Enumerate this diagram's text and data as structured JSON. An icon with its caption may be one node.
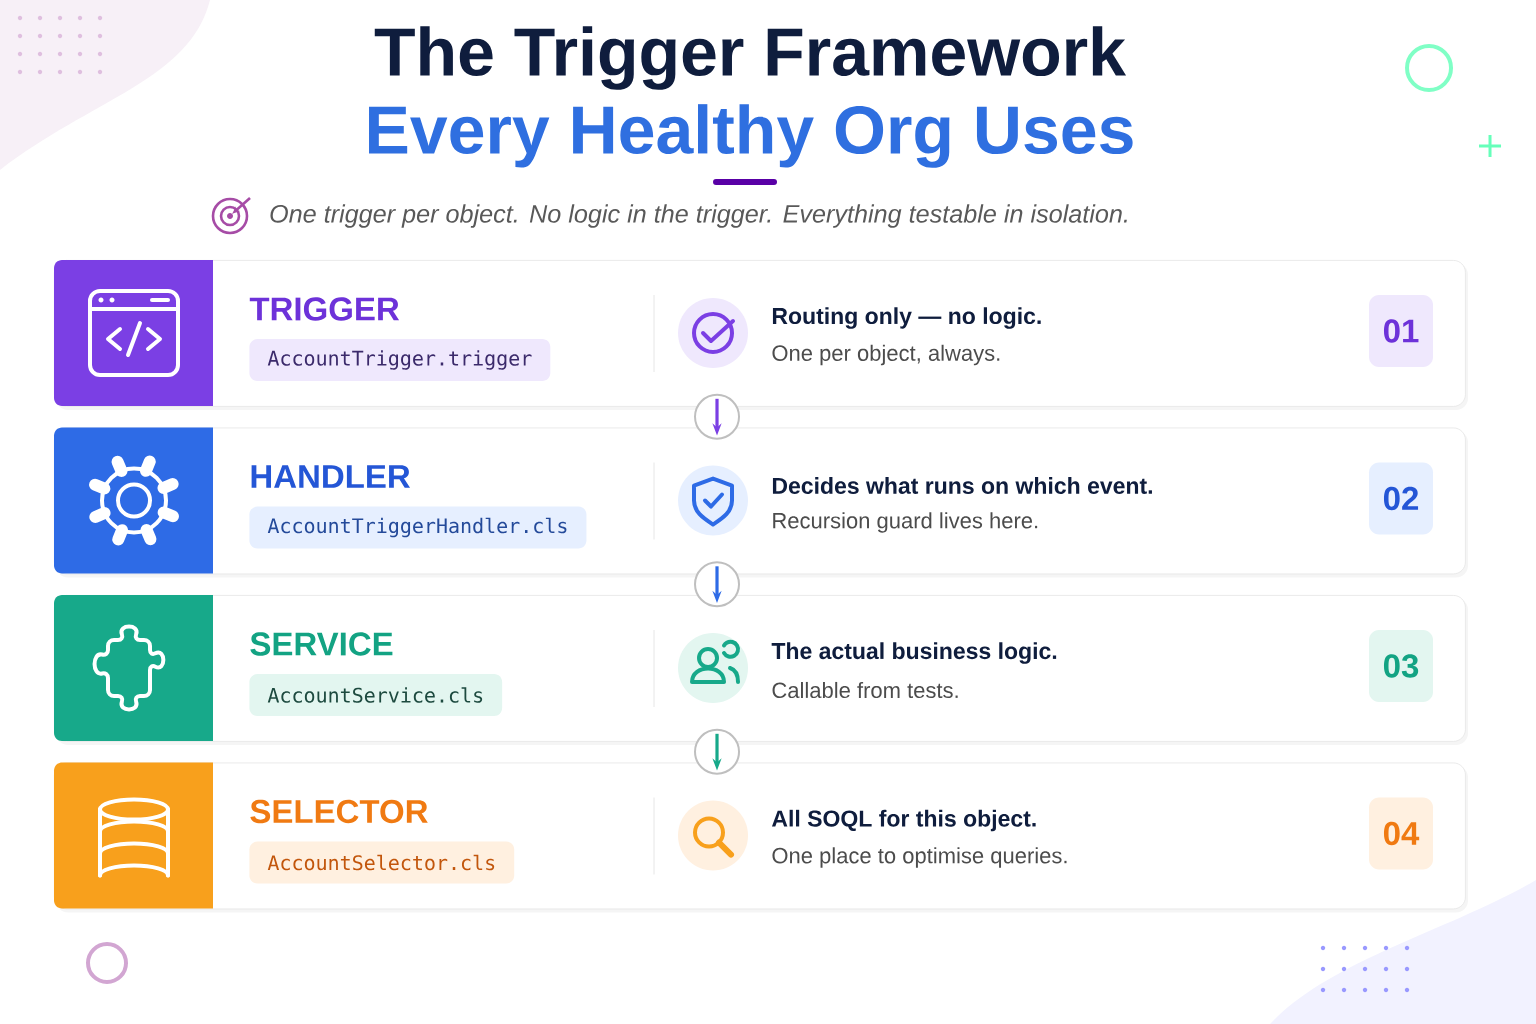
{
  "diagram": {
    "title": "The Trigger Framework",
    "nodes": [
      {
        "text": [
          "TRIGGER",
          "AccountTrigger.trigger",
          "Routing only — no logic.",
          "One per object, always.",
          "01"
        ]
      },
      {
        "text": [
          "HANDLER",
          "AccountTriggerHandler.cls",
          "Decides what runs on which event.",
          "Recursion guard lives here.",
          "02"
        ]
      },
      {
        "text": [
          "SERVICE",
          "AccountService.cls",
          "The actual business logic.",
          "Callable from tests.",
          "03"
        ]
      },
      {
        "text": [
          "SELECTOR",
          "AccountSelector.cls",
          "All SOQL for this object.",
          "One place to optimise queries.",
          "04"
        ]
      }
    ],
    "edges": [
      {
        "from": 0,
        "to": 1,
        "arrow": "to",
        "color": "#7b3fe4"
      },
      {
        "from": 1,
        "to": 2,
        "arrow": "to",
        "color": "#2e6be6"
      },
      {
        "from": 2,
        "to": 3,
        "arrow": "to",
        "color": "#17a98a"
      }
    ],
    "labels": [
      "Every Healthy Org Uses",
      "One trigger per object. No logic in the trigger. Everything testable in isolation."
    ]
  }
}
